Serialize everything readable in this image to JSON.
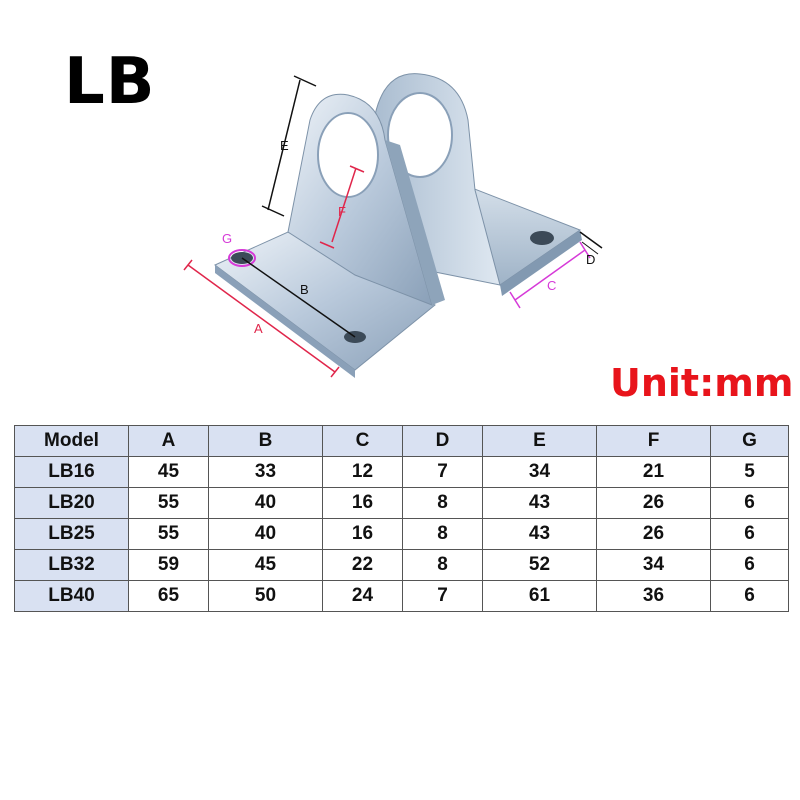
{
  "title": "LB",
  "unit_label": "Unit:mm",
  "colors": {
    "unit_text": "#e8141b",
    "header_fill": "#d9e1f2",
    "dimension_red": "#e0264b",
    "dimension_magenta": "#d63ad8",
    "metal": "#c9d7e6"
  },
  "diagram_labels": {
    "A": "A",
    "B": "B",
    "C": "C",
    "D": "D",
    "E": "E",
    "F": "F",
    "G": "G"
  },
  "table": {
    "headers": [
      "Model",
      "A",
      "B",
      "C",
      "D",
      "E",
      "F",
      "G"
    ],
    "rows": [
      [
        "LB16",
        "45",
        "33",
        "12",
        "7",
        "34",
        "21",
        "5"
      ],
      [
        "LB20",
        "55",
        "40",
        "16",
        "8",
        "43",
        "26",
        "6"
      ],
      [
        "LB25",
        "55",
        "40",
        "16",
        "8",
        "43",
        "26",
        "6"
      ],
      [
        "LB32",
        "59",
        "45",
        "22",
        "8",
        "52",
        "34",
        "6"
      ],
      [
        "LB40",
        "65",
        "50",
        "24",
        "7",
        "61",
        "36",
        "6"
      ]
    ]
  }
}
